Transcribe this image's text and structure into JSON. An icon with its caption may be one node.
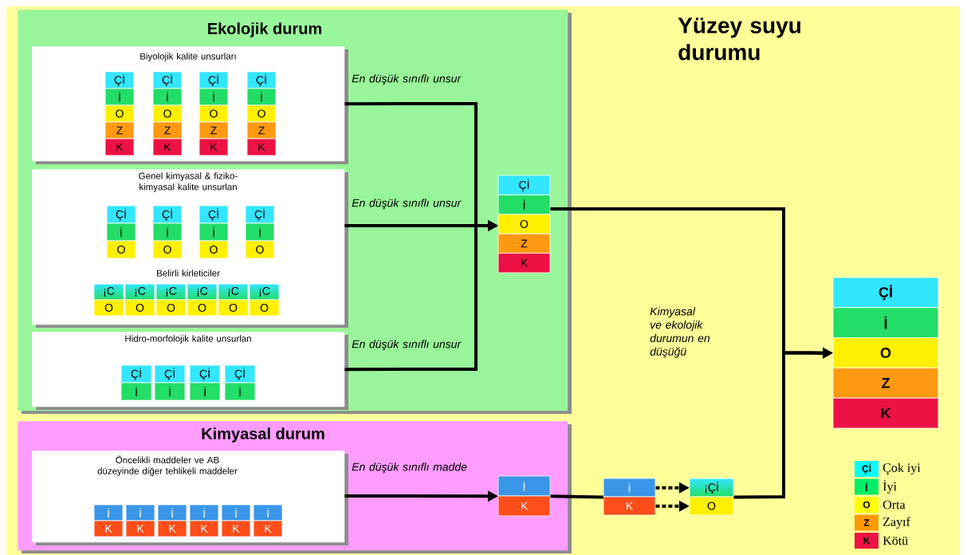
{
  "diagram": {
    "title": "Yüzey suyu durumu",
    "nodes": [
      {
        "text": [
          "Ekolojik durum"
        ]
      },
      {
        "text": [
          "Biyolojik kalite unsurları"
        ],
        "in": 0
      },
      {
        "text": [
          "Çİ",
          "İ",
          "O",
          "Z",
          "K"
        ],
        "in": 1
      },
      {
        "text": [
          "Çİ",
          "İ",
          "O",
          "Z",
          "K"
        ],
        "in": 1
      },
      {
        "text": [
          "Çİ",
          "İ",
          "O",
          "Z",
          "K"
        ],
        "in": 1
      },
      {
        "text": [
          "Çİ",
          "İ",
          "O",
          "Z",
          "K"
        ],
        "in": 1
      },
      {
        "text": [
          "Genel kimyasal & fiziko-kimyasal kalite unsurlan",
          "Belirli kirleticiler"
        ],
        "in": 0
      },
      {
        "text": [
          "Çİ",
          "İ",
          "O"
        ],
        "in": 6
      },
      {
        "text": [
          "Çİ",
          "İ",
          "O"
        ],
        "in": 6
      },
      {
        "text": [
          "Çİ",
          "İ",
          "O"
        ],
        "in": 6
      },
      {
        "text": [
          "Çİ",
          "İ",
          "O"
        ],
        "in": 6
      },
      {
        "text": [
          "¡C",
          "O"
        ],
        "in": 6
      },
      {
        "text": [
          "¡C",
          "O"
        ],
        "in": 6
      },
      {
        "text": [
          "¡C",
          "O"
        ],
        "in": 6
      },
      {
        "text": [
          "¡C",
          "O"
        ],
        "in": 6
      },
      {
        "text": [
          "¡C",
          "O"
        ],
        "in": 6
      },
      {
        "text": [
          "¡C",
          "O"
        ],
        "in": 6
      },
      {
        "text": [
          "Hidro-morfolojik kalite unsurlan"
        ],
        "in": 0
      },
      {
        "text": [
          "Çİ",
          "İ"
        ],
        "in": 17
      },
      {
        "text": [
          "Çİ",
          "İ"
        ],
        "in": 17
      },
      {
        "text": [
          "Çİ",
          "İ"
        ],
        "in": 17
      },
      {
        "text": [
          "Çİ",
          "İ"
        ],
        "in": 17
      },
      {
        "text": [
          "Çİ",
          "İ",
          "O",
          "Z",
          "K"
        ],
        "in": 0
      },
      {
        "text": [
          "Kimyasal durum"
        ]
      },
      {
        "text": [
          "Öncelikli maddeler ve AB düzeyinde diğer tehlikeli maddeler"
        ],
        "in": 23
      },
      {
        "text": [
          "İ",
          "K"
        ],
        "in": 24
      },
      {
        "text": [
          "İ",
          "K"
        ],
        "in": 24
      },
      {
        "text": [
          "İ",
          "K"
        ],
        "in": 24
      },
      {
        "text": [
          "İ",
          "K"
        ],
        "in": 24
      },
      {
        "text": [
          "İ",
          "K"
        ],
        "in": 24
      },
      {
        "text": [
          "İ",
          "K"
        ],
        "in": 24
      },
      {
        "text": [
          "İ",
          "K"
        ],
        "in": 23
      },
      {
        "text": [
          "İ"
        ]
      },
      {
        "text": [
          "K"
        ]
      },
      {
        "text": [
          "¡Çİ"
        ]
      },
      {
        "text": [
          "O"
        ]
      },
      {
        "text": [
          "Çİ",
          "İ",
          "O",
          "Z",
          "K"
        ]
      }
    ],
    "edges": [
      {
        "from": 1,
        "to": 22,
        "arrow": "to",
        "label": "En düşük sınıflı unsur"
      },
      {
        "from": 6,
        "to": 22,
        "arrow": "to",
        "label": "En düşük sınıflı unsur"
      },
      {
        "from": 17,
        "to": 22,
        "arrow": "to",
        "label": "En düşük sınıflı unsur"
      },
      {
        "from": 22,
        "to": 36,
        "arrow": "to"
      },
      {
        "from": 24,
        "to": 31,
        "arrow": "to",
        "label": "En düşük sınıflı madde"
      },
      {
        "from": 31,
        "to": 32,
        "arrow": "none"
      },
      {
        "from": 32,
        "to": 34,
        "arrow": "to",
        "style": "dashed"
      },
      {
        "from": 33,
        "to": 35,
        "arrow": "to",
        "style": "dashed"
      },
      {
        "from": 34,
        "to": 36,
        "arrow": "to"
      }
    ],
    "labels": [
      "Kimyasal ve ekolojik durumun en düşüğü",
      "Çİ",
      "İ",
      "O",
      "Z",
      "K"
    ],
    "legend": [
      {
        "text": "Çok iyi",
        "color": "#00ffff"
      },
      {
        "text": "İyi",
        "color": "#00ee66"
      },
      {
        "text": "Orta",
        "color": "#ffff00"
      },
      {
        "text": "Zayıf",
        "color": "#ff9900"
      },
      {
        "text": "Kötü",
        "color": "#ee1144"
      }
    ]
  }
}
